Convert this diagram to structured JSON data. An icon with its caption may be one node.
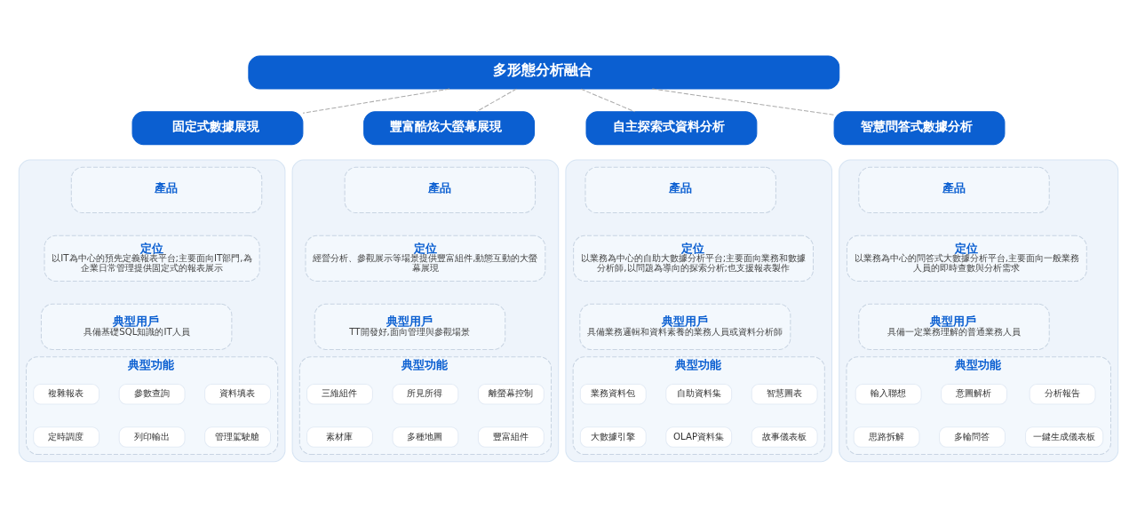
{
  "diagram": {
    "nodes": [
      {
        "text": [
          "多形態分析融合"
        ]
      },
      {
        "text": [
          "固定式數據展現"
        ]
      },
      {
        "text": [],
        "shape": "box"
      },
      {
        "text": [
          "產品"
        ],
        "in": 2
      },
      {
        "text": [
          "定位",
          "以IT為中心的預先定義報表平台;主要面向IT部門,為企業日常管理提供固定式的報表展示"
        ],
        "in": 2
      },
      {
        "text": [
          "典型用戶",
          "具備基礎SQL知識的IT人員"
        ],
        "in": 2
      },
      {
        "text": [
          "典型功能"
        ],
        "in": 2
      },
      {
        "text": [
          "複雜報表"
        ],
        "in": 6
      },
      {
        "text": [
          "參數查詢"
        ],
        "in": 6
      },
      {
        "text": [
          "資料填表"
        ],
        "in": 6
      },
      {
        "text": [
          "定時調度"
        ],
        "in": 6
      },
      {
        "text": [
          "列印輸出"
        ],
        "in": 6
      },
      {
        "text": [
          "管理駕駛艙"
        ],
        "in": 6
      },
      {
        "text": [
          "豐富酷炫大螢幕展現"
        ]
      },
      {
        "text": [],
        "shape": "box"
      },
      {
        "text": [
          "產品"
        ],
        "in": 14
      },
      {
        "text": [
          "定位",
          "經營分析、參觀展示等場景提供豐富組件,動態互動的大螢幕展現"
        ],
        "in": 14
      },
      {
        "text": [
          "典型用戶",
          "TT開發好,面向管理與參觀場景"
        ],
        "in": 14
      },
      {
        "text": [
          "典型功能"
        ],
        "in": 14
      },
      {
        "text": [
          "三維組件"
        ],
        "in": 18
      },
      {
        "text": [
          "所見所得"
        ],
        "in": 18
      },
      {
        "text": [
          "離螢幕控制"
        ],
        "in": 18
      },
      {
        "text": [
          "素材庫"
        ],
        "in": 18
      },
      {
        "text": [
          "多種地圖"
        ],
        "in": 18
      },
      {
        "text": [
          "豐富組件"
        ],
        "in": 18
      },
      {
        "text": [
          "自主探索式資料分析"
        ]
      },
      {
        "text": [],
        "shape": "box"
      },
      {
        "text": [
          "產品"
        ],
        "in": 26
      },
      {
        "text": [
          "定位",
          "以業務為中心的自助大數據分析平台;主要面向業務和數據分析師,以問題為導向的探索分析;也支援報表製作"
        ],
        "in": 26
      },
      {
        "text": [
          "典型用戶",
          "具備業務邏輯和資料素養的業務人員或資料分析師"
        ],
        "in": 26
      },
      {
        "text": [
          "典型功能"
        ],
        "in": 26
      },
      {
        "text": [
          "業務資料包"
        ],
        "in": 30
      },
      {
        "text": [
          "自助資料集"
        ],
        "in": 30
      },
      {
        "text": [
          "智慧圖表"
        ],
        "in": 30
      },
      {
        "text": [
          "大數據引擎"
        ],
        "in": 30
      },
      {
        "text": [
          "OLAP資料集"
        ],
        "in": 30
      },
      {
        "text": [
          "故事儀表板"
        ],
        "in": 30
      },
      {
        "text": [
          "智慧問答式數據分析"
        ]
      },
      {
        "text": [],
        "shape": "box"
      },
      {
        "text": [
          "產品"
        ],
        "in": 38
      },
      {
        "text": [
          "定位",
          "以業務為中心的問答式大數據分析平台,主要面向一般業務人員的即時查數與分析需求"
        ],
        "in": 38
      },
      {
        "text": [
          "典型用戶",
          "具備一定業務理解的普通業務人員"
        ],
        "in": 38
      },
      {
        "text": [
          "典型功能"
        ],
        "in": 38
      },
      {
        "text": [
          "輸入聯想"
        ],
        "in": 42
      },
      {
        "text": [
          "意圖解析"
        ],
        "in": 42
      },
      {
        "text": [
          "分析報告"
        ],
        "in": 42
      },
      {
        "text": [
          "思路拆解"
        ],
        "in": 42
      },
      {
        "text": [
          "多輪問答"
        ],
        "in": 42
      },
      {
        "text": [
          "一鍵生成儀表板"
        ],
        "in": 42
      }
    ],
    "edges": [
      {
        "from": 0,
        "to": 1,
        "arrow": "none",
        "style": "dashed"
      },
      {
        "from": 0,
        "to": 13,
        "arrow": "none",
        "style": "dashed"
      },
      {
        "from": 0,
        "to": 25,
        "arrow": "none",
        "style": "dashed"
      },
      {
        "from": 0,
        "to": 37,
        "arrow": "none",
        "style": "dashed"
      }
    ]
  }
}
